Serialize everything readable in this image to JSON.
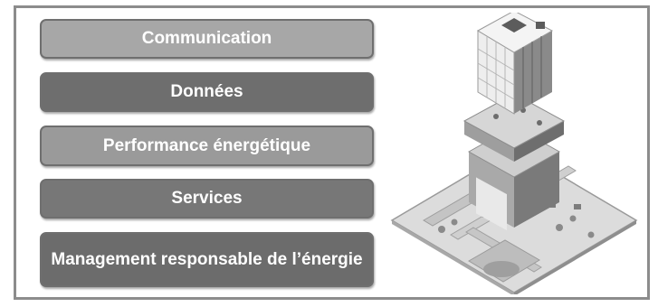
{
  "bars": [
    {
      "label": "Communication",
      "color": "#a7a7a7"
    },
    {
      "label": "Données",
      "color": "#6e6e6e"
    },
    {
      "label": "Performance énergétique",
      "color": "#9a9a9a"
    },
    {
      "label": "Services",
      "color": "#777777"
    },
    {
      "label": "Management responsable de l’énergie",
      "color": "#6c6c6c"
    }
  ],
  "illustration": {
    "icon": "smart-building-illustration"
  }
}
